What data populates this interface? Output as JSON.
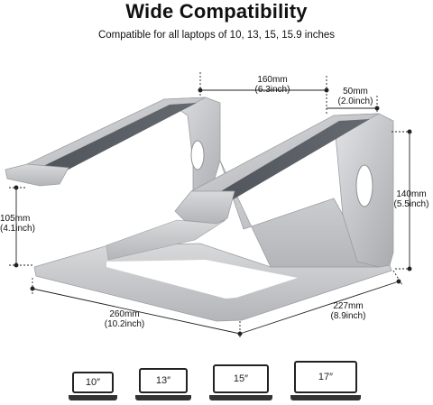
{
  "heading": {
    "title": "Wide Compatibility",
    "subtitle": "Compatible for all laptops of 10,  13,  15,  15.9 inches"
  },
  "dimensions": {
    "top_width": {
      "mm": "160mm",
      "inch": "(6.3inch)"
    },
    "pad_width": {
      "mm": "50mm",
      "inch": "(2.0inch)"
    },
    "height_back": {
      "mm": "140mm",
      "inch": "(5.5inch)"
    },
    "height_front": {
      "mm": "105mm",
      "inch": "(4.1inch)"
    },
    "length": {
      "mm": "260mm",
      "inch": "(10.2inch)"
    },
    "depth": {
      "mm": "227mm",
      "inch": "(8.9inch)"
    }
  },
  "laptops": [
    {
      "label": "10″"
    },
    {
      "label": "13″"
    },
    {
      "label": "15″"
    },
    {
      "label": "17″"
    }
  ],
  "colors": {
    "aluminum": "#c9cacc",
    "aluminum_dark": "#9ea0a3",
    "pad": "#555a60"
  }
}
